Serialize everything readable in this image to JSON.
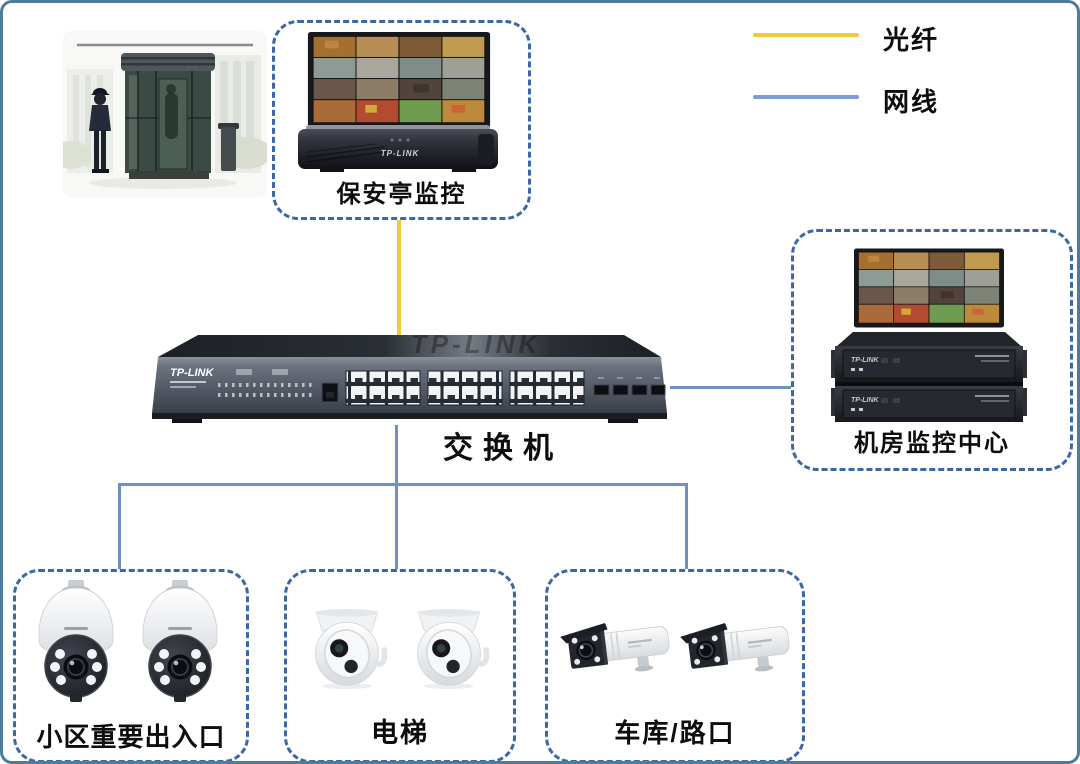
{
  "brand": "TP-LINK",
  "legend": {
    "fiber": {
      "label": "光纤",
      "color": "#f3c93a"
    },
    "ethernet": {
      "label": "网线",
      "color": "#7e9bd1"
    }
  },
  "nodes": {
    "security_booth": {
      "label": "保安亭监控"
    },
    "switch": {
      "label": "交换机"
    },
    "control_room": {
      "label": "机房监控中心"
    },
    "entrance": {
      "label": "小区重要出入口"
    },
    "elevator": {
      "label": "电梯"
    },
    "garage": {
      "label": "车库/路口"
    }
  },
  "colors": {
    "fiber_line": "#f3c93a",
    "ethernet_line": "#6f8fc5",
    "box_border": "#3a67a8"
  }
}
